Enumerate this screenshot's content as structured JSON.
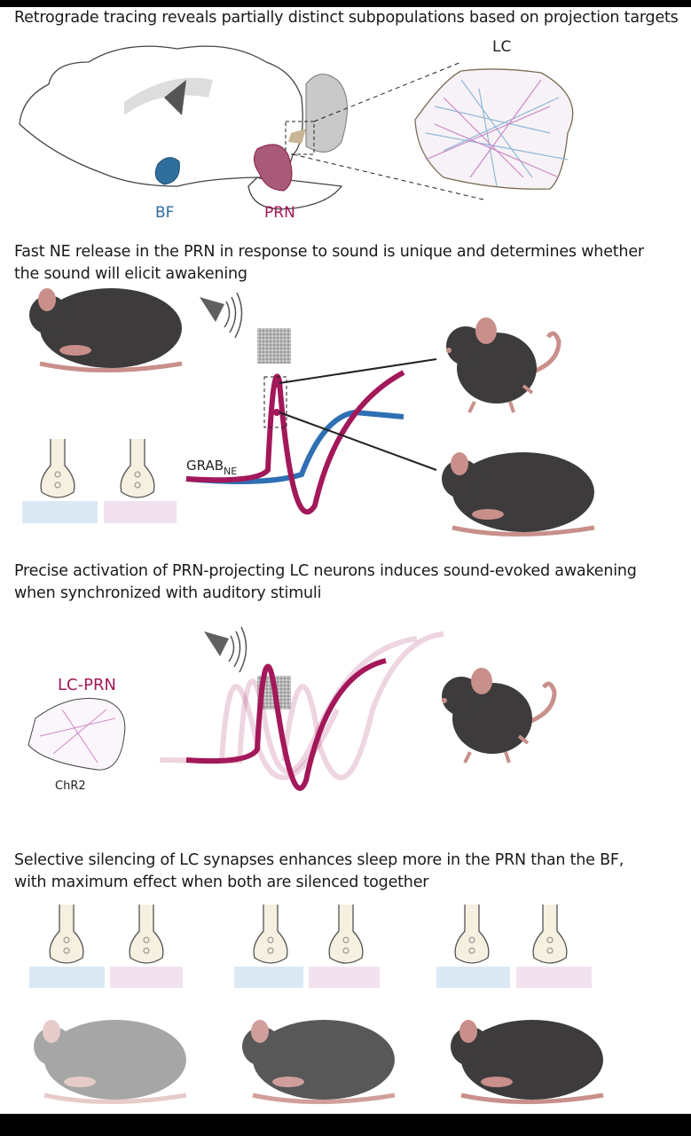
{
  "panels": {
    "p1": {
      "title": "Retrograde tracing reveals partially distinct subpopulations based on projection targets",
      "lc_label": "LC",
      "bf_label": "BF",
      "prn_label": "PRN"
    },
    "p2": {
      "title_line1": "Fast NE release in the PRN in response to sound is unique and determines whether",
      "title_line2": "the sound will elicit awakening",
      "grab_label": "GRAB",
      "grab_sub": "NE"
    },
    "p3": {
      "title_line1": "Precise activation of PRN-projecting LC neurons induces sound-evoked awakening",
      "title_line2": "when synchronized with auditory stimuli",
      "lc_prn_label": "LC-PRN",
      "chr2_label": "ChR2"
    },
    "p4": {
      "title_line1": "Selective silencing of LC synapses enhances sleep more in the PRN than the BF,",
      "title_line2": "with maximum effect when both are silenced together"
    }
  },
  "colors": {
    "bf": "#2f6f9e",
    "prn": "#a3185a",
    "mouse": "#3d3b3b",
    "blue_pad": "#dbe9f5",
    "pink_pad": "#f2e2f0"
  }
}
